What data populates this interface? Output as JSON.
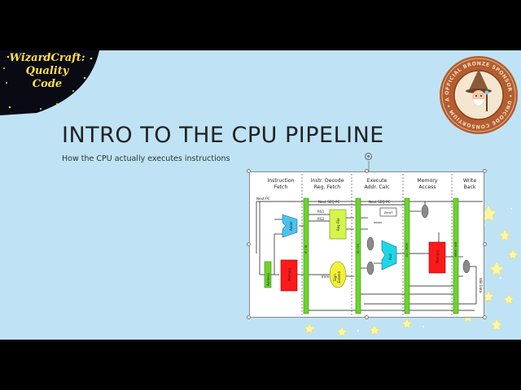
{
  "logo": {
    "line1": "WizardCraft:",
    "line2": "Quality",
    "line3": "Code"
  },
  "badge": {
    "ring_text": "OFFICIAL BRONZE SPONSOR • UNICODE CONSORTIUM • ADOPT A CHARACTER •",
    "colors": {
      "ring": "#a4532a",
      "inner": "#f6e6cf"
    }
  },
  "slide": {
    "title": "INTRO TO THE CPU PIPELINE",
    "subtitle": "How the CPU actually executes instructions"
  },
  "diagram": {
    "stages": [
      {
        "line1": "Instruction",
        "line2": "Fetch"
      },
      {
        "line1": "Instr. Decode",
        "line2": "Reg. Fetch"
      },
      {
        "line1": "Execute",
        "line2": "Addr. Calc"
      },
      {
        "line1": "Memory",
        "line2": "Access"
      },
      {
        "line1": "Write",
        "line2": "Back"
      }
    ],
    "labels": {
      "next_pc": "Next PC",
      "next_seq_pc_1": "Next SEQ PC",
      "next_seq_pc_2": "Next SEQ PC",
      "rs1": "RS1",
      "rs2": "RS2",
      "reg_file": "Reg File",
      "adder": "Adder",
      "address": "Address",
      "memory": "Memory",
      "sign_extend_1": "Sign",
      "sign_extend_2": "Extend",
      "imm": "Imm",
      "zero": "Zero?",
      "alu": "ALU",
      "data_memory": "Memory",
      "wb_data": "WB Data",
      "mux": "MUX",
      "if_id": "IF / ID",
      "id_ex": "ID / EX",
      "ex_mem": "EX / MEM",
      "mem_wb": "MEM / WB"
    },
    "colors": {
      "pipeline_register": "#6cd42a",
      "memory": "#ff1a1a",
      "reg_file": "#d6f54a",
      "adder": "#4cc3ee",
      "address": "#6cd42a",
      "sign_extend": "#f0f03c",
      "alu": "#1fd6e8",
      "mux": "#8a8a8a"
    }
  }
}
